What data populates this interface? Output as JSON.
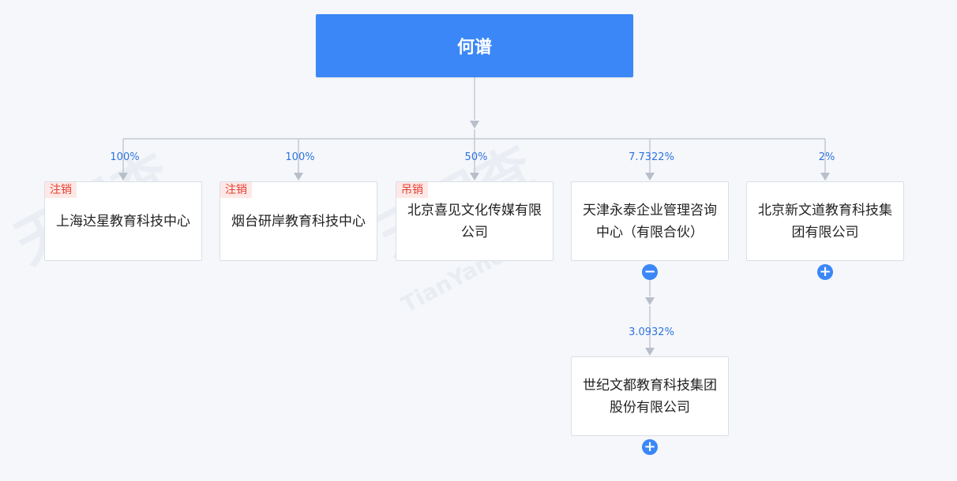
{
  "root": {
    "name": "何谱"
  },
  "watermark": {
    "text": "TianYancha",
    "logo_text": "天眼查"
  },
  "children": [
    {
      "name": "上海达星教育科技中心",
      "percent": "100%",
      "tag": "注销",
      "toggle": null
    },
    {
      "name": "烟台研岸教育科技中心",
      "percent": "100%",
      "tag": "注销",
      "toggle": null
    },
    {
      "name": "北京喜见文化传媒有限公司",
      "percent": "50%",
      "tag": "吊销",
      "toggle": null
    },
    {
      "name": "天津永泰企业管理咨询中心（有限合伙）",
      "percent": "7.7322%",
      "tag": "",
      "toggle": "−"
    },
    {
      "name": "北京新文道教育科技集团有限公司",
      "percent": "2%",
      "tag": "",
      "toggle": "+"
    }
  ],
  "grandchild": {
    "name": "世纪文都教育科技集团股份有限公司",
    "percent": "3.0932%",
    "toggle": "+"
  },
  "colors": {
    "accent": "#3b87f7",
    "line": "#c3c9d4",
    "percent": "#2f73e0",
    "tag_bg": "#fde8e6",
    "tag_text": "#e53e2f"
  }
}
